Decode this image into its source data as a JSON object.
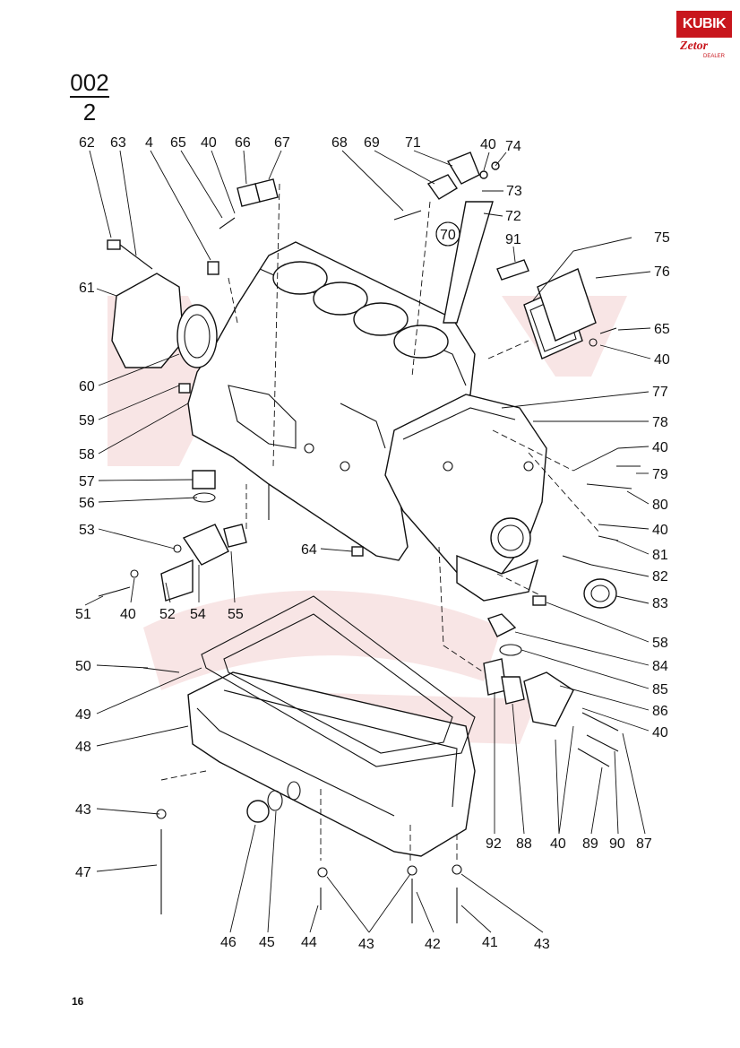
{
  "section": {
    "numerator": "002",
    "denominator": "2"
  },
  "page_number": "16",
  "logo": {
    "brand": "KUBIK",
    "sub": "Zetor",
    "dealer": "DEALER"
  },
  "callouts": [
    {
      "id": "c62",
      "text": "62"
    },
    {
      "id": "c63",
      "text": "63"
    },
    {
      "id": "c4",
      "text": "4"
    },
    {
      "id": "c65a",
      "text": "65"
    },
    {
      "id": "c40a",
      "text": "40"
    },
    {
      "id": "c66",
      "text": "66"
    },
    {
      "id": "c67",
      "text": "67"
    },
    {
      "id": "c68",
      "text": "68"
    },
    {
      "id": "c69",
      "text": "69"
    },
    {
      "id": "c71",
      "text": "71"
    },
    {
      "id": "c40b",
      "text": "40"
    },
    {
      "id": "c74",
      "text": "74"
    },
    {
      "id": "c73",
      "text": "73"
    },
    {
      "id": "c72",
      "text": "72"
    },
    {
      "id": "c70",
      "text": "70"
    },
    {
      "id": "c91",
      "text": "91"
    },
    {
      "id": "c75",
      "text": "75"
    },
    {
      "id": "c76",
      "text": "76"
    },
    {
      "id": "c65b",
      "text": "65"
    },
    {
      "id": "c40c",
      "text": "40"
    },
    {
      "id": "c61",
      "text": "61"
    },
    {
      "id": "c60",
      "text": "60"
    },
    {
      "id": "c59",
      "text": "59"
    },
    {
      "id": "c58a",
      "text": "58"
    },
    {
      "id": "c57",
      "text": "57"
    },
    {
      "id": "c56",
      "text": "56"
    },
    {
      "id": "c53",
      "text": "53"
    },
    {
      "id": "c51",
      "text": "51"
    },
    {
      "id": "c40d",
      "text": "40"
    },
    {
      "id": "c52",
      "text": "52"
    },
    {
      "id": "c54",
      "text": "54"
    },
    {
      "id": "c55",
      "text": "55"
    },
    {
      "id": "c64",
      "text": "64"
    },
    {
      "id": "c77",
      "text": "77"
    },
    {
      "id": "c78",
      "text": "78"
    },
    {
      "id": "c40e",
      "text": "40"
    },
    {
      "id": "c79",
      "text": "79"
    },
    {
      "id": "c80",
      "text": "80"
    },
    {
      "id": "c40f",
      "text": "40"
    },
    {
      "id": "c81",
      "text": "81"
    },
    {
      "id": "c82",
      "text": "82"
    },
    {
      "id": "c83",
      "text": "83"
    },
    {
      "id": "c58b",
      "text": "58"
    },
    {
      "id": "c84",
      "text": "84"
    },
    {
      "id": "c85",
      "text": "85"
    },
    {
      "id": "c86",
      "text": "86"
    },
    {
      "id": "c40g",
      "text": "40"
    },
    {
      "id": "c50",
      "text": "50"
    },
    {
      "id": "c49",
      "text": "49"
    },
    {
      "id": "c48",
      "text": "48"
    },
    {
      "id": "c43a",
      "text": "43"
    },
    {
      "id": "c47",
      "text": "47"
    },
    {
      "id": "c46",
      "text": "46"
    },
    {
      "id": "c45",
      "text": "45"
    },
    {
      "id": "c44",
      "text": "44"
    },
    {
      "id": "c43b",
      "text": "43"
    },
    {
      "id": "c42",
      "text": "42"
    },
    {
      "id": "c41",
      "text": "41"
    },
    {
      "id": "c43c",
      "text": "43"
    },
    {
      "id": "c92",
      "text": "92"
    },
    {
      "id": "c88",
      "text": "88"
    },
    {
      "id": "c40h",
      "text": "40"
    },
    {
      "id": "c89",
      "text": "89"
    },
    {
      "id": "c90",
      "text": "90"
    },
    {
      "id": "c87",
      "text": "87"
    }
  ]
}
